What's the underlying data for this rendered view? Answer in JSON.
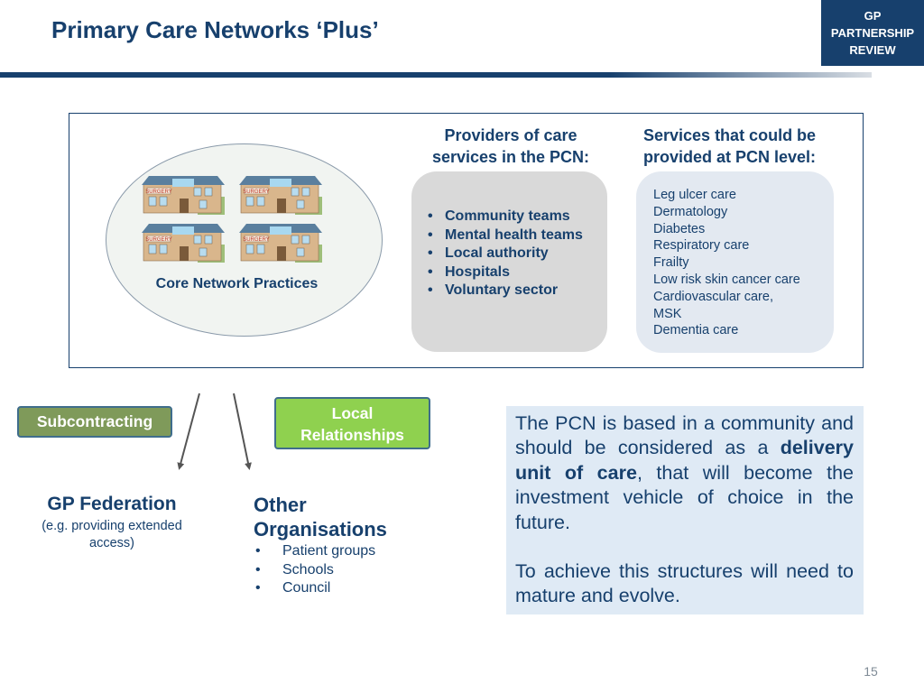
{
  "header": {
    "title": "Primary Care Networks ‘Plus’",
    "badge_lines": [
      "GP",
      "PARTNERSHIP",
      "REVIEW"
    ]
  },
  "core_network": {
    "building_sign": "SURGERY",
    "label": "Core Network Practices"
  },
  "providers": {
    "heading_lines": [
      "Providers of care",
      "services in the PCN:"
    ],
    "items": [
      "Community teams",
      "Mental health teams",
      "Local authority",
      "Hospitals",
      "Voluntary sector"
    ]
  },
  "services": {
    "heading_lines": [
      "Services that could be",
      "provided at PCN level:"
    ],
    "items": [
      "Leg ulcer care",
      "Dermatology",
      "Diabetes",
      "Respiratory care",
      "Frailty",
      "Low risk skin cancer care",
      "Cardiovascular care,",
      "MSK",
      "Dementia care"
    ]
  },
  "subcontracting_label": "Subcontracting",
  "local_relationships_lines": [
    "Local",
    "Relationships"
  ],
  "gp_federation": {
    "title": "GP Federation",
    "subtitle": "(e.g. providing extended access)"
  },
  "other_orgs": {
    "title_lines": [
      "Other",
      "Organisations"
    ],
    "items": [
      "Patient groups",
      "Schools",
      "Council"
    ]
  },
  "pcn_statement": {
    "p1_before": "The PCN is based in a community and should be considered as a ",
    "p1_bold": "delivery unit of care",
    "p1_after": ", that will become the investment vehicle of choice in the future.",
    "p2": "To achieve this structures will need to mature and evolve."
  },
  "page_number": "15",
  "colors": {
    "navy": "#17406d",
    "green_tag": "#8fd14f",
    "olive_tag": "#7f9a5a",
    "grey_box": "#d9d9d9",
    "blue_box": "#e3e9f1"
  }
}
